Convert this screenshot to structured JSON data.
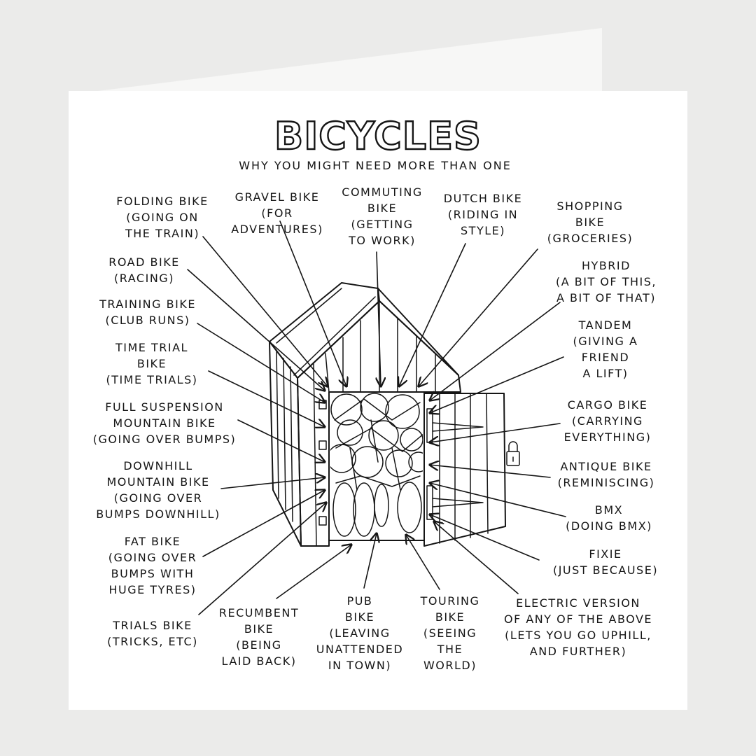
{
  "title": "BICYCLES",
  "subtitle": "WHY YOU MIGHT NEED MORE THAN ONE",
  "labels": {
    "folding": "FOLDING BIKE\n(GOING ON\nTHE TRAIN)",
    "gravel": "GRAVEL BIKE\n(FOR\nADVENTURES)",
    "commuting": "COMMUTING\nBIKE\n(GETTING\nTO WORK)",
    "dutch": "DUTCH BIKE\n(RIDING IN\nSTYLE)",
    "shopping": "SHOPPING\nBIKE\n(GROCERIES)",
    "road": "ROAD BIKE\n(RACING)",
    "hybrid": "HYBRID\n(A BIT OF THIS,\nA BIT OF THAT)",
    "training": "TRAINING BIKE\n(CLUB RUNS)",
    "tandem": "TANDEM\n(GIVING A\nFRIEND\nA LIFT)",
    "time_trial": "TIME TRIAL\nBIKE\n(TIME TRIALS)",
    "cargo": "CARGO BIKE\n(CARRYING\nEVERYTHING)",
    "full_suspension": "FULL SUSPENSION\nMOUNTAIN BIKE\n(GOING OVER BUMPS)",
    "antique": "ANTIQUE BIKE\n(REMINISCING)",
    "downhill": "DOWNHILL\nMOUNTAIN BIKE\n(GOING OVER\nBUMPS DOWNHILL)",
    "bmx": "BMX\n(DOING BMX)",
    "fat": "FAT BIKE\n(GOING OVER\nBUMPS WITH\nHUGE TYRES)",
    "fixie": "FIXIE\n(JUST BECAUSE)",
    "trials": "TRIALS BIKE\n(TRICKS, ETC)",
    "recumbent": "RECUMBENT\nBIKE\n(BEING\nLAID BACK)",
    "pub": "PUB\nBIKE\n(LEAVING\nUNATTENDED\nIN TOWN)",
    "touring": "TOURING\nBIKE\n(SEEING\nTHE\nWORLD)",
    "electric": "ELECTRIC VERSION\nOF ANY OF THE ABOVE\n(LETS YOU GO UPHILL,\nAND FURTHER)"
  },
  "shed_icons": [
    "padlock-icon",
    "bicycle-icon"
  ]
}
